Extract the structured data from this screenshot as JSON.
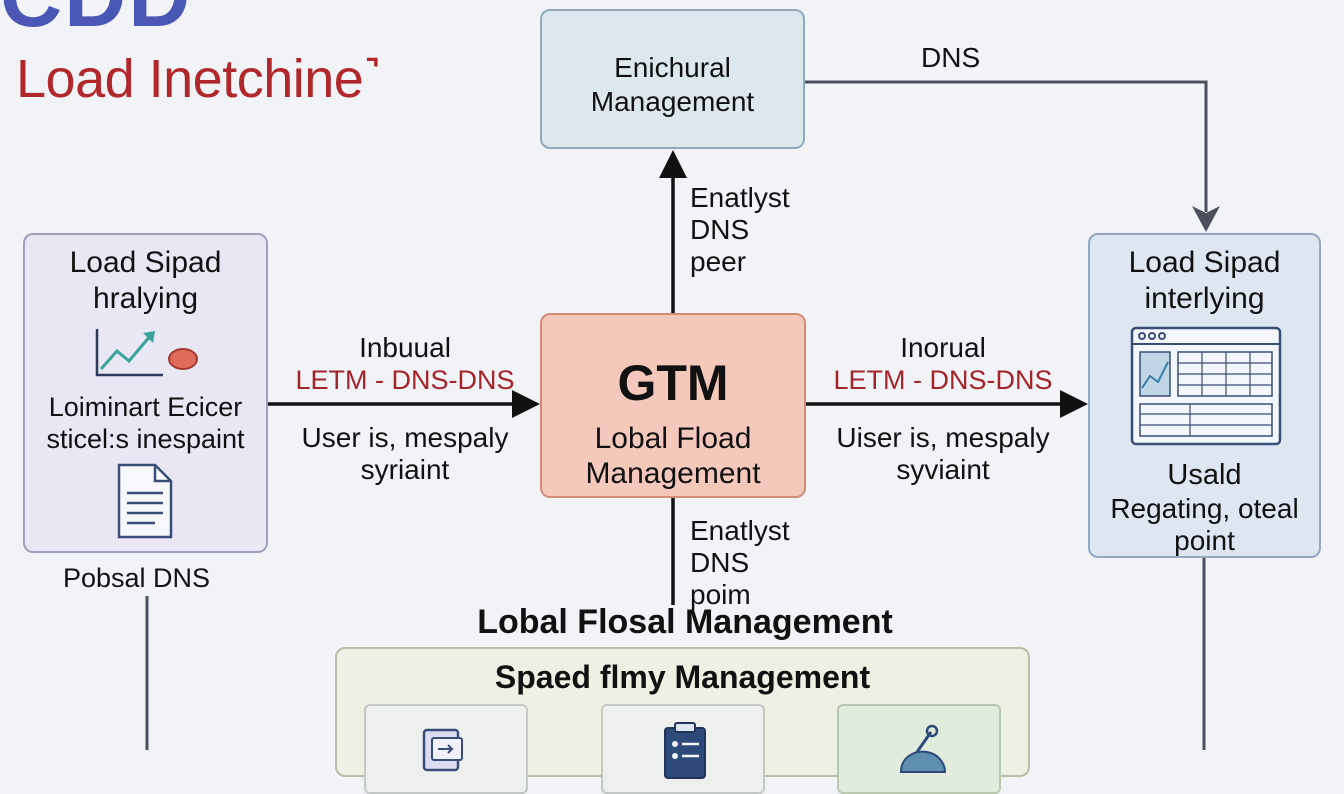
{
  "header": {
    "brand": "CDD",
    "title": "Load Inetchine˺"
  },
  "top_box": {
    "line1": "Enichural",
    "line2": "Management"
  },
  "dns_label": "DNS",
  "up_edge": {
    "line1": "Enatlyst",
    "line2": "DNS",
    "line3": "peer"
  },
  "down_edge": {
    "line1": "Enatlyst",
    "line2": "DNS",
    "line3": "poim"
  },
  "left_box": {
    "title1": "Load Sipad",
    "title2": "hralying",
    "text1": "Loiminart Ecicer",
    "text2": "sticel:s inespaint",
    "footer": "Pobsal DNS",
    "icons": [
      "line-chart-icon",
      "document-icon"
    ]
  },
  "left_edge": {
    "top": "Inbuual",
    "middle": "LETM - DNS-DNS",
    "bottom1": "User is, mespaly",
    "bottom2": "syriaint"
  },
  "center_box": {
    "title": "GTM",
    "line1": "Lobal Fload",
    "line2": "Management"
  },
  "right_edge": {
    "top": "Inorual",
    "middle": "LETM - DNS-DNS",
    "bottom1": "Uiser is, mespaly",
    "bottom2": "syviaint"
  },
  "right_box": {
    "title1": "Load Sipad",
    "title2": "interlying",
    "label": "Usald",
    "text1": "Regating, oteal",
    "text2": "point",
    "icons": [
      "dashboard-window-icon"
    ]
  },
  "bottom": {
    "heading": "Lobal Flosal Management",
    "panel_title": "Spaed flmy Management",
    "icons": [
      "folder-icon",
      "clipboard-icon",
      "tools-icon"
    ]
  },
  "colors": {
    "accent_blue": "#4a57b5",
    "accent_red": "#a3242a",
    "center_fill": "#f4c9bc",
    "top_fill": "#dde8ee",
    "left_fill": "#e9e7f3",
    "right_fill": "#dde6f1",
    "bottom_fill": "#eef0e4"
  }
}
